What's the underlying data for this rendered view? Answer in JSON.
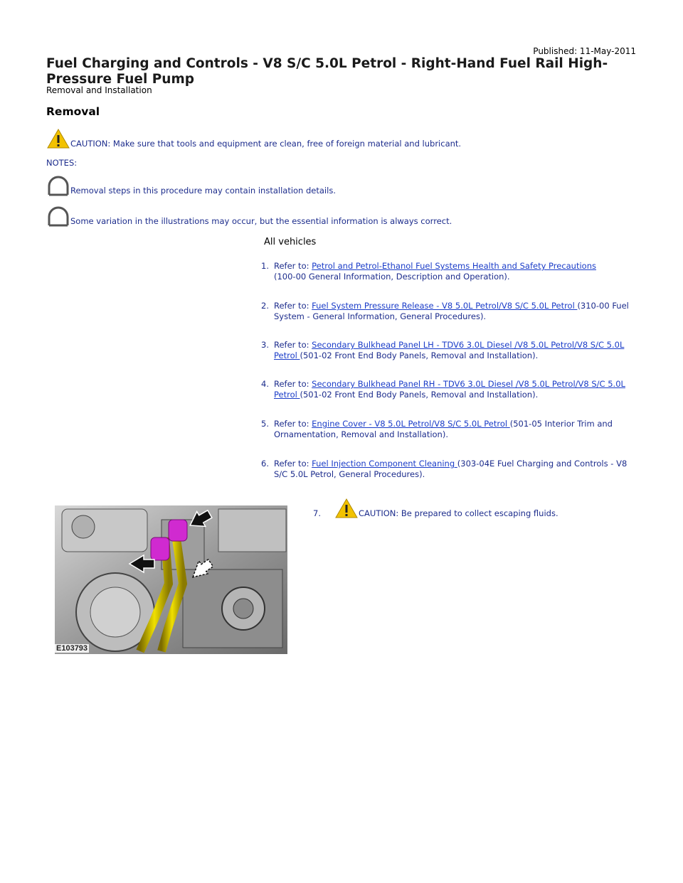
{
  "header": {
    "published": "Published: 11-May-2011",
    "title": "Fuel Charging and Controls - V8 S/C 5.0L Petrol - Right-Hand Fuel Rail High-Pressure Fuel Pump",
    "subtitle": "Removal and Installation"
  },
  "section": {
    "title": "Removal"
  },
  "caution": {
    "text": "CAUTION: Make sure that tools and equipment are clean, free of foreign material and lubricant.",
    "icon": "warning-triangle-icon",
    "color": "#f2c200"
  },
  "notes": {
    "label": "NOTES:",
    "items": [
      "Removal steps in this procedure may contain installation details.",
      "Some variation in the illustrations may occur, but the essential information is always correct."
    ],
    "icon": "note-dome-icon"
  },
  "vehicles": "All vehicles",
  "steps": [
    {
      "num": "1.",
      "pre": "Refer to: ",
      "link": "Petrol and Petrol-Ethanol Fuel Systems Health and Safety Precautions",
      "post": "(100-00 General Information, Description and Operation)."
    },
    {
      "num": "2.",
      "pre": "Refer to: ",
      "link": "Fuel System Pressure Release - V8 5.0L Petrol/V8 S/C 5.0L Petrol ",
      "post": "(310-00 Fuel System - General Information, General Procedures)."
    },
    {
      "num": "3.",
      "pre": "Refer to: ",
      "link": "Secondary Bulkhead Panel LH - TDV6 3.0L Diesel /V8 5.0L Petrol/V8 S/C 5.0L Petrol ",
      "post": "(501-02 Front End Body Panels, Removal and Installation)."
    },
    {
      "num": "4.",
      "pre": "Refer to: ",
      "link": "Secondary Bulkhead Panel RH - TDV6 3.0L Diesel /V8 5.0L Petrol/V8 S/C 5.0L Petrol ",
      "post": "(501-02 Front End Body Panels, Removal and Installation)."
    },
    {
      "num": "5.",
      "pre": "Refer to: ",
      "link": "Engine Cover - V8 5.0L Petrol/V8 S/C 5.0L Petrol ",
      "post": "(501-05 Interior Trim and Ornamentation, Removal and Installation)."
    },
    {
      "num": "6.",
      "pre": "Refer to: ",
      "link": "Fuel Injection Component Cleaning ",
      "post": "(303-04E Fuel Charging and Controls - V8 S/C 5.0L Petrol, General Procedures)."
    }
  ],
  "step7": {
    "num": "7.",
    "text": "CAUTION: Be prepared to collect escaping fluids."
  },
  "figure": {
    "code": "E103793"
  }
}
